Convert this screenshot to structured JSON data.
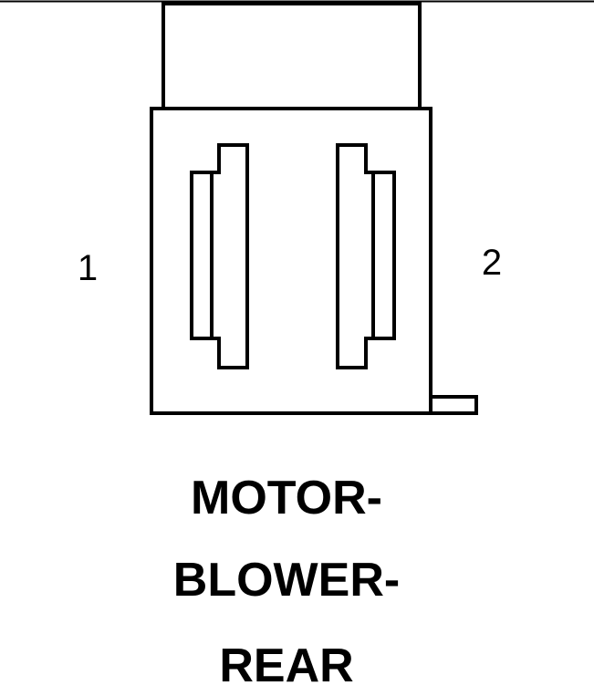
{
  "pin_labels": {
    "left": "1",
    "right": "2"
  },
  "caption": {
    "line1": "MOTOR-",
    "line2": "BLOWER-",
    "line3": "REAR"
  },
  "colors": {
    "line": "#000000",
    "background": "#ffffff"
  }
}
